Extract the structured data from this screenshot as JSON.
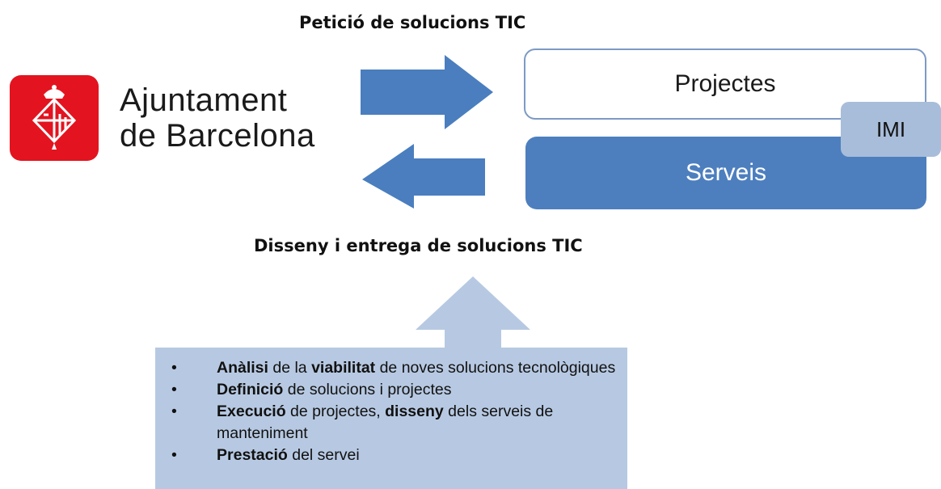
{
  "request_label": "Petició de solucions TIC",
  "delivery_label": "Disseny i entrega de solucions TIC",
  "logo": {
    "line1": "Ajuntament",
    "line2": "de Barcelona"
  },
  "boxes": {
    "projectes": "Projectes",
    "serveis": "Serveis",
    "imi": "IMI"
  },
  "colors": {
    "arrow": "#4a7ebf",
    "serveis": "#4d7fbf",
    "imi": "#a8bdd9",
    "details": "#b7c9e2",
    "logo_red": "#e3141f"
  },
  "details": {
    "item1": {
      "b1": "Anàlisi",
      "t1": " de la ",
      "b2": "viabilitat",
      "t2": " de noves solucions tecnològiques"
    },
    "item2": {
      "b1": "Definició",
      "t1": " de solucions i projectes"
    },
    "item3": {
      "b1": "Execució",
      "t1": " de projectes, ",
      "b2": "disseny",
      "t2": " dels serveis de",
      "t3": "manteniment"
    },
    "item4": {
      "b1": "Prestació",
      "t1": " del servei"
    }
  }
}
